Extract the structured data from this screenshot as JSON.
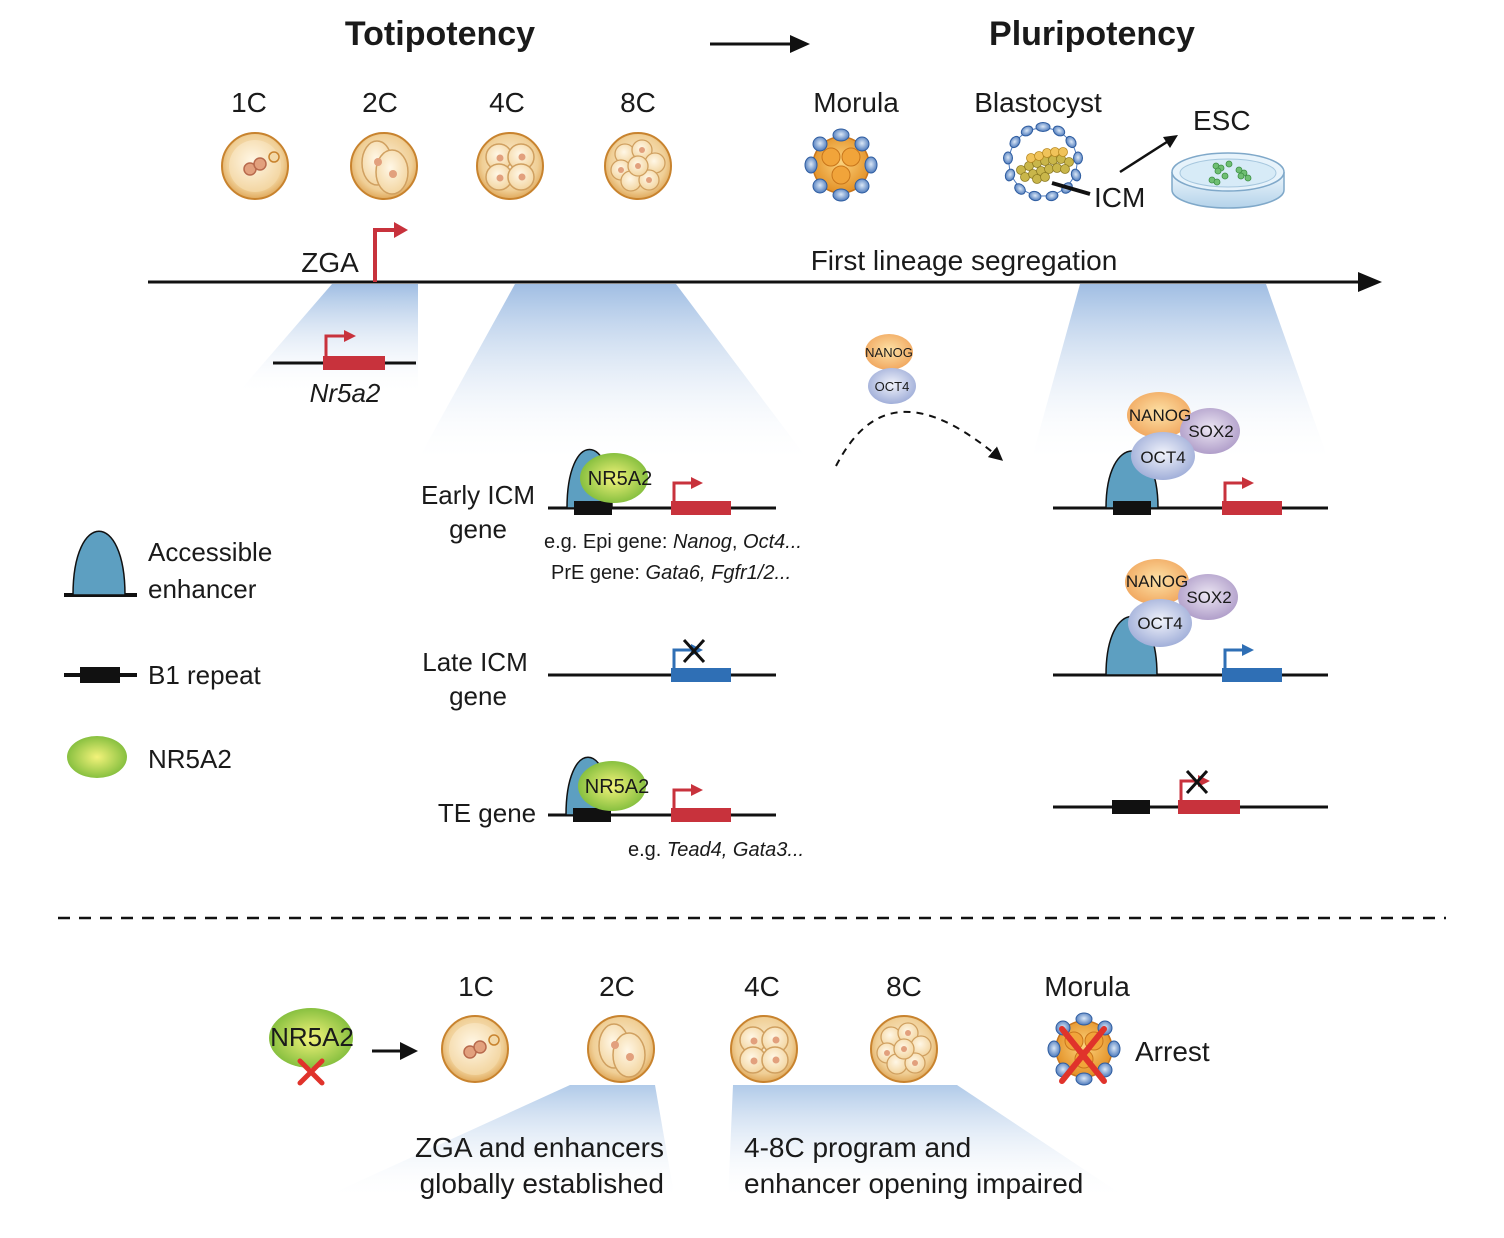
{
  "header": {
    "totipotency": "Totipotency",
    "pluripotency": "Pluripotency"
  },
  "stages_top": [
    "1C",
    "2C",
    "4C",
    "8C",
    "Morula",
    "Blastocyst"
  ],
  "top_labels": {
    "esc": "ESC",
    "icm": "ICM"
  },
  "timeline": {
    "zga": "ZGA",
    "segregation": "First lineage segregation"
  },
  "gene_nr5a2": "Nr5a2",
  "rows": {
    "early_l1": "Early ICM",
    "early_l2": "gene",
    "late_l1": "Late ICM",
    "late_l2": "gene",
    "te": "TE gene"
  },
  "examples": {
    "epi_prefix": "e.g. Epi gene: ",
    "epi_genes_1": "Nanog",
    "epi_sep": ", ",
    "epi_genes_2": "Oct4...",
    "pre_prefix": "PrE gene: ",
    "pre_genes": "Gata6, Fgfr1/2...",
    "te_prefix": "e.g. ",
    "te_genes": "Tead4, Gata3..."
  },
  "proteins": {
    "nr5a2": "NR5A2",
    "nanog": "NANOG",
    "oct4": "OCT4",
    "sox2": "SOX2"
  },
  "legend": {
    "accessible_1": "Accessible",
    "accessible_2": "enhancer",
    "b1": "B1 repeat",
    "nr5a2": "NR5A2"
  },
  "bottom": {
    "stages": [
      "1C",
      "2C",
      "4C",
      "8C",
      "Morula"
    ],
    "nr5a2": "NR5A2",
    "arrest": "Arrest",
    "note1_l1": "ZGA and enhancers",
    "note1_l2": "globally established",
    "note2_l1": "4-8C program and",
    "note2_l2": "enhancer opening impaired"
  },
  "colors": {
    "red": "#c8323c",
    "blue": "#2f6fb5",
    "enhancer": "#5d9fc1",
    "green": "#8cc63f",
    "cell": "#e3ac5a"
  }
}
